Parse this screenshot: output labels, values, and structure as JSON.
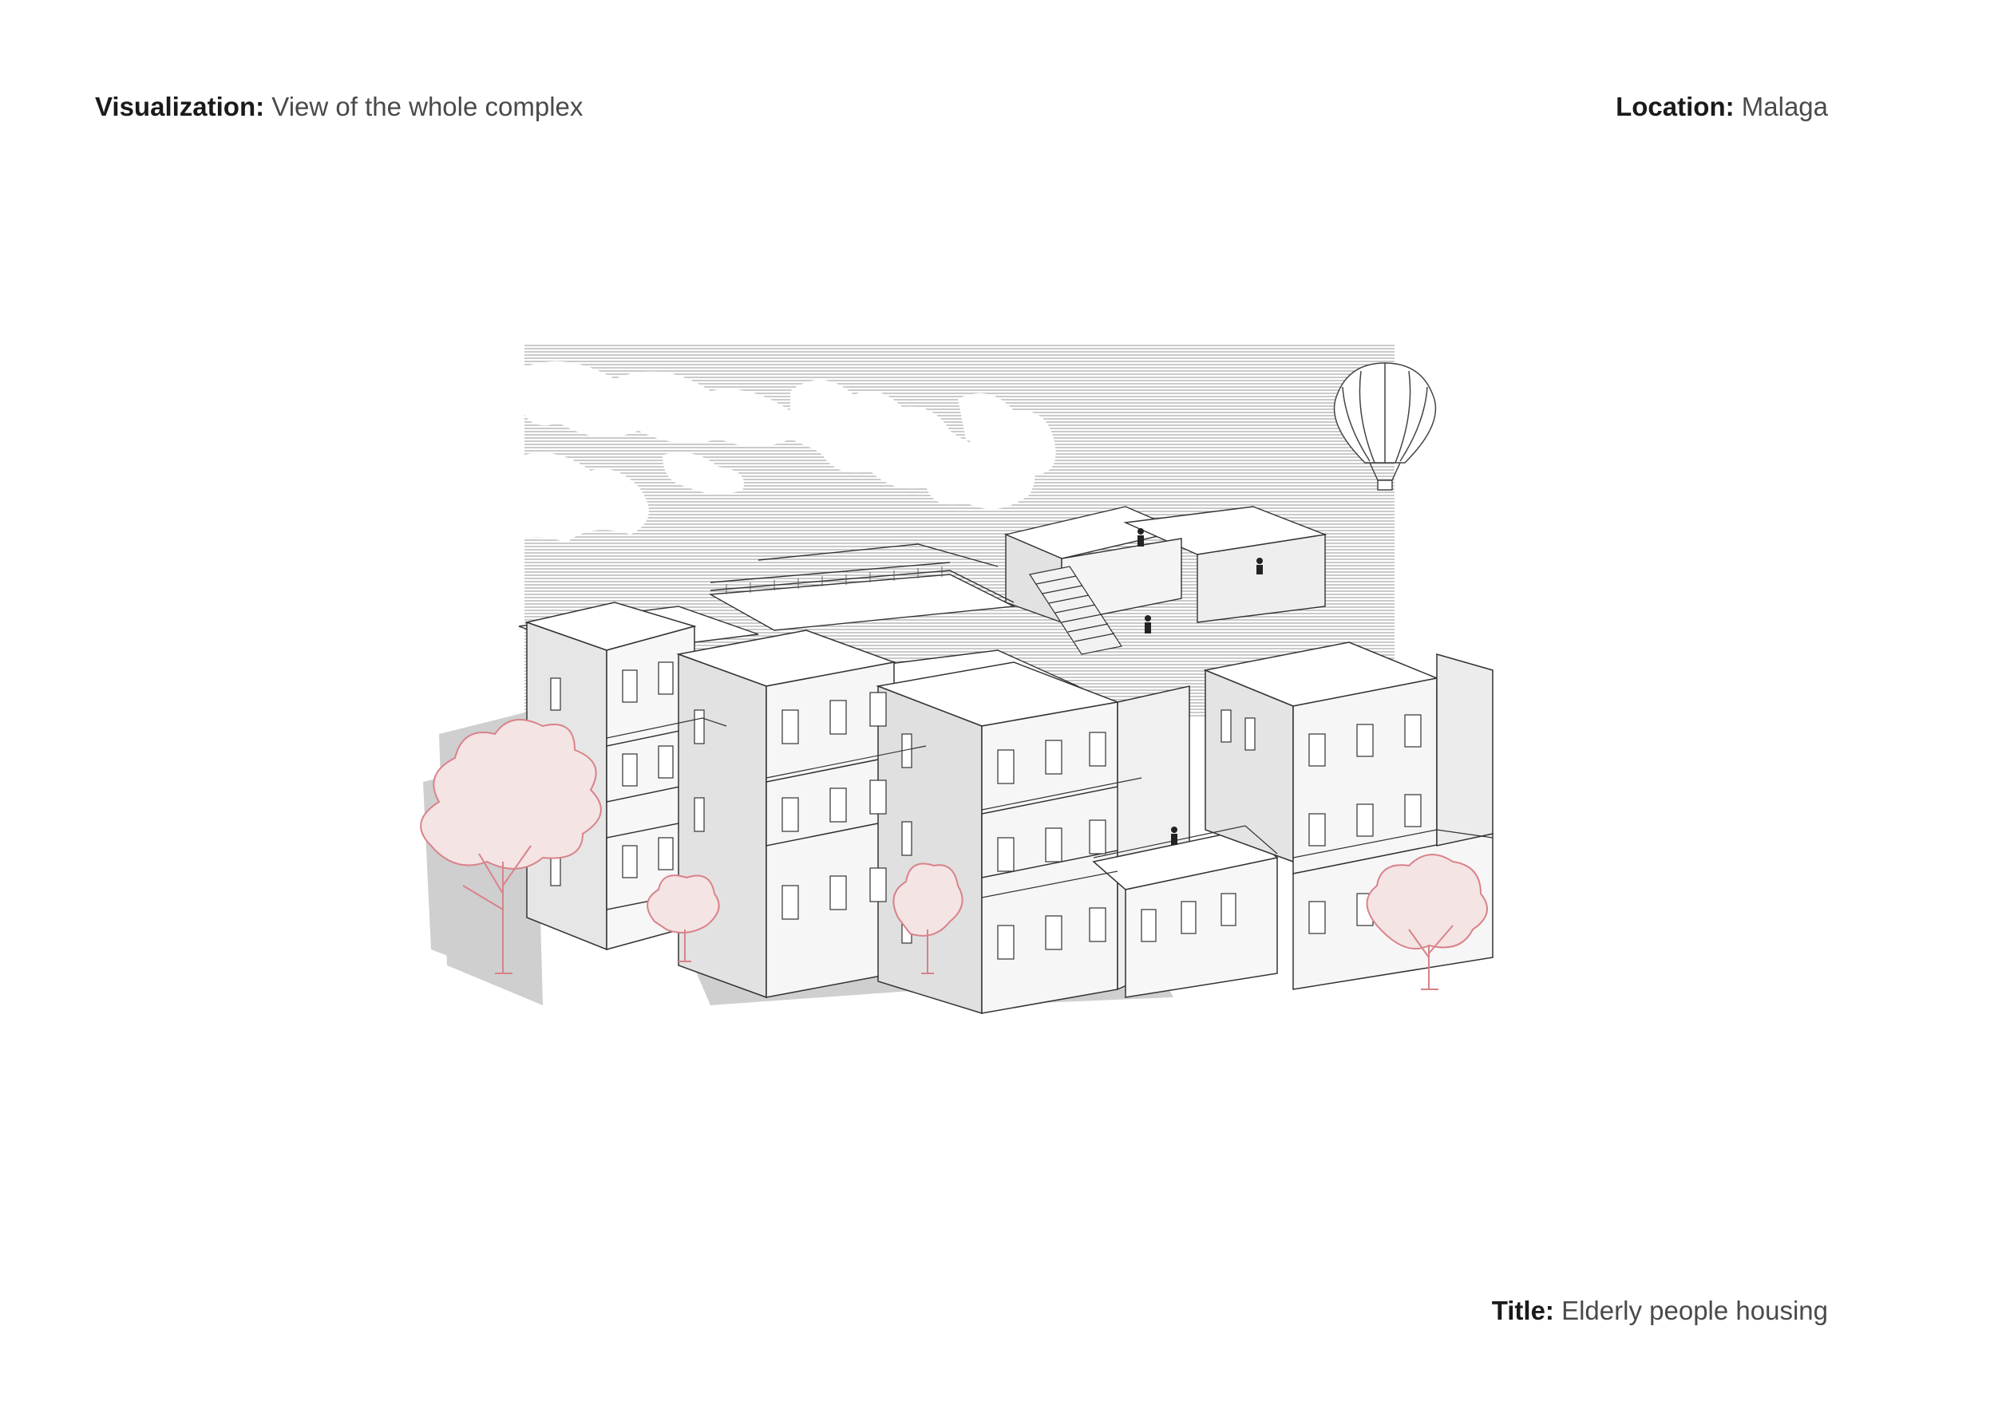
{
  "header": {
    "visualization": {
      "label": "Visualization:",
      "value": "View of the whole complex"
    },
    "location": {
      "label": "Location:",
      "value": "Malaga"
    }
  },
  "footer": {
    "title": {
      "label": "Title:",
      "value": "Elderly people housing"
    }
  },
  "illustration": {
    "subject": "axonometric-housing-complex",
    "elements": [
      "hatched-sky",
      "clouds",
      "hot-air-balloon-icon",
      "building-blocks",
      "trees",
      "people"
    ],
    "colors": {
      "line": "#333333",
      "shadow": "#c8c8c8",
      "tree": "#d9828a",
      "tree_fill": "#f4e4e4"
    }
  }
}
